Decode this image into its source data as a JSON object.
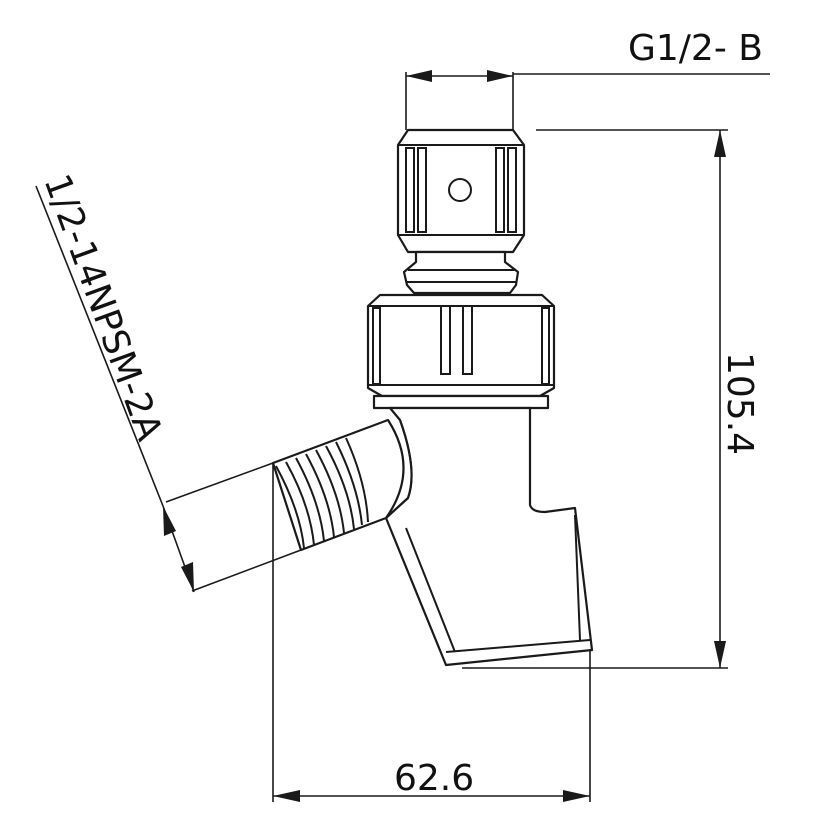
{
  "dimensions": {
    "top_thread": "G1/2- B",
    "side_thread": "1/2-14NPSM-2A",
    "height": "105.4",
    "width": "62.6"
  },
  "colors": {
    "line": "#1a1a1a",
    "background": "#ffffff"
  }
}
